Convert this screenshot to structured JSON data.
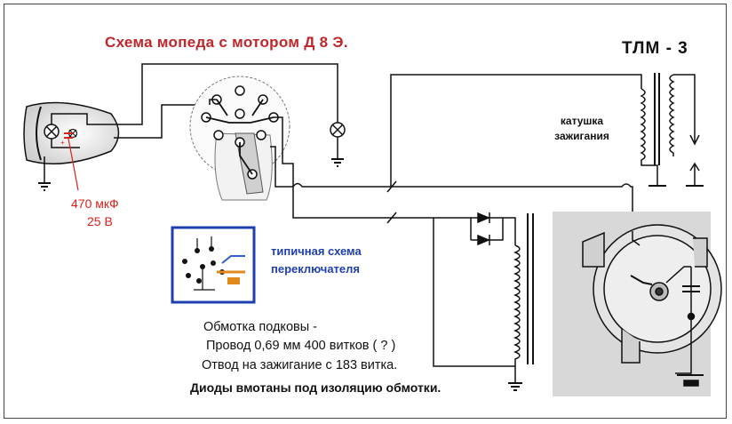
{
  "diagram": {
    "title": "Схема мопеда с мотором Д 8 Э.",
    "transformer_label": "ТЛМ - 3",
    "coil_label": "катушка зажигания",
    "capacitor": {
      "value": "470 мкФ",
      "voltage": "25 В"
    },
    "switch_label": "типичная схема переключателя",
    "notes": [
      "Обмотка подковы -",
      "Провод 0,69 мм  400 витков ( ? )",
      "Отвод на зажигание с 183 витка.",
      "Диоды вмотаны под изоляцию обмотки."
    ],
    "colors": {
      "title": "#c0262a",
      "capacitor_text": "#d9221c",
      "switch_label": "#1f3fb0",
      "switch_frame": "#1f3fb0",
      "magneto_background": "#d8d8d8",
      "line": "#111111"
    }
  }
}
